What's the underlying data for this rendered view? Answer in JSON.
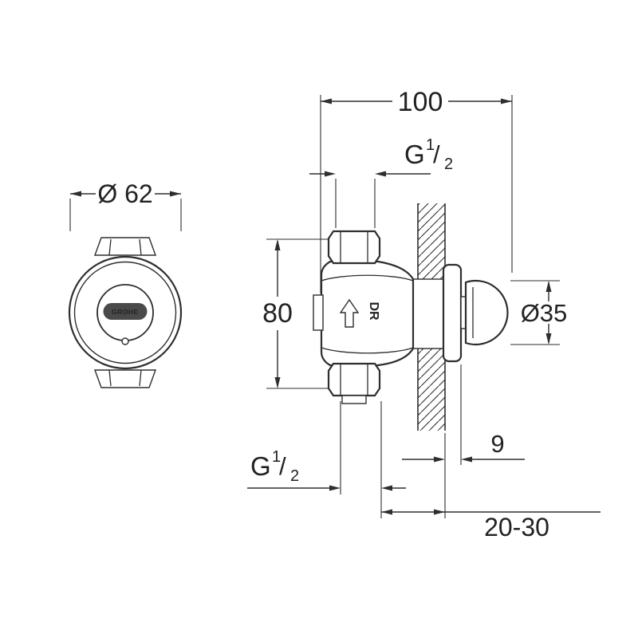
{
  "labels": {
    "front_diameter": "Ø 62",
    "overall_width": "100",
    "port_spacing": "80",
    "knob_diameter": "Ø35",
    "flange_thickness": "9",
    "wall_depth_range": "20-30",
    "thread": {
      "g": "G",
      "numerator": "1",
      "slash": "/",
      "denominator": "2"
    },
    "body_marking": "DR",
    "logo": "GROHE"
  },
  "colors": {
    "line": "#2e2e2e",
    "background": "#ffffff",
    "logo_fill": "#4a4a4a"
  }
}
